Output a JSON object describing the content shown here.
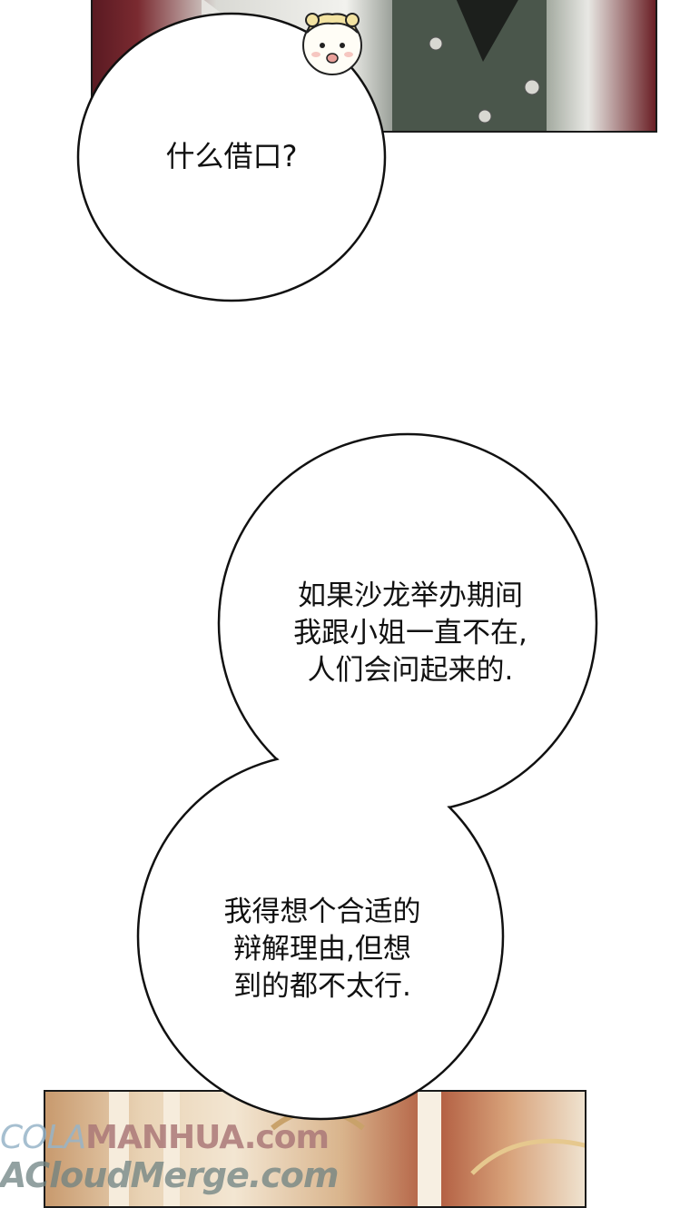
{
  "bubbles": {
    "first": {
      "lines": [
        "什么借口?"
      ]
    },
    "second": {
      "lines": [
        "如果沙龙举办期间",
        "我跟小姐一直不在,",
        "人们会问起来的."
      ]
    },
    "third": {
      "lines": [
        "我得想个合适的",
        "辩解理由,但想",
        "到的都不太行."
      ]
    }
  },
  "watermark": {
    "line1_part1": "COLA",
    "line1_part2": "MANHUA.com",
    "line2": "ACloudMerge.com"
  },
  "colors": {
    "bubble_fill": "#ffffff",
    "bubble_stroke": "#111111",
    "text": "#111111"
  }
}
